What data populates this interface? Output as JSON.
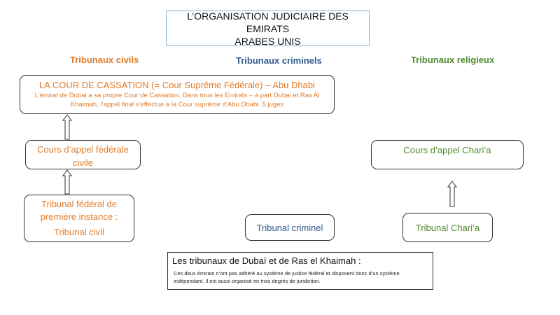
{
  "title": {
    "line1": "L’ORGANISATION JUDICIAIRE DES EMIRATS",
    "line2": "ARABES UNIS"
  },
  "columns": {
    "civil": "Tribunaux civils",
    "criminal": "Tribunaux criminels",
    "religious": "Tribunaux religieux"
  },
  "cassation": {
    "heading": "LA COUR DE CASSATION (= Cour Suprême Fédérale) – Abu Dhabi",
    "description": "L’émirat de Dubai a sa propre Cour de Cassation. Dans tous les Emirats – à part Dubai et Ras Al Khaimah, l’appel final s’effectue à la Cour suprême d’Abu Dhabi. 5 juges"
  },
  "civil_appeal": {
    "line1": "Cours d’appel fédérale",
    "line2": "civile"
  },
  "federal_first_instance": {
    "line1": "Tribunal fédéral de",
    "line2": "première instance :",
    "line3": "Tribunal civil"
  },
  "criminal_court": "Tribunal criminel",
  "sharia_appeal": "Cours d’appel Chari’a",
  "sharia_court": "Tribunal Chari’a",
  "note": {
    "heading": "Les tribunaux de Dubaï et de Ras el Khaimah :",
    "body": "Ces deux émirats n’ont pas adhéré au système de justice fédéral et disposent donc d’un système indépendant. Il est aussi organisé en trois degrés de juridiction."
  },
  "colors": {
    "civil": "#e07b2a",
    "criminal": "#2f5b8e",
    "religious": "#4f8a2d",
    "title_border": "#8fb3d0"
  }
}
